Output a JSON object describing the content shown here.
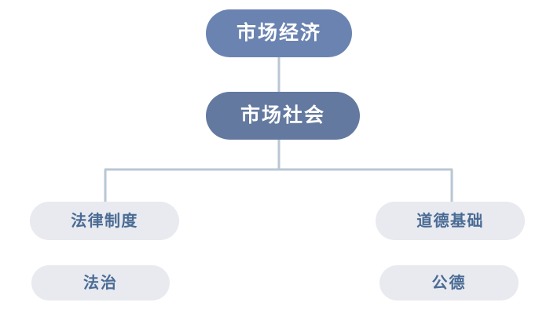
{
  "diagram": {
    "type": "tree",
    "background_color": "#ffffff",
    "palette": {
      "primary_fill": "#6b83b1",
      "primary_fill_deep": "#63799f",
      "primary_text": "#ffffff",
      "secondary_fill": "#e8eaef",
      "secondary_text": "#4a6b94",
      "connector": "#b9c7d4"
    },
    "nodes": {
      "market_economy": {
        "label": "市场经济"
      },
      "market_society": {
        "label": "市场社会"
      },
      "legal_system": {
        "label": "法律制度"
      },
      "moral_foundation": {
        "label": "道德基础"
      },
      "rule_of_law": {
        "label": "法治"
      },
      "public_morality": {
        "label": "公德"
      }
    }
  }
}
